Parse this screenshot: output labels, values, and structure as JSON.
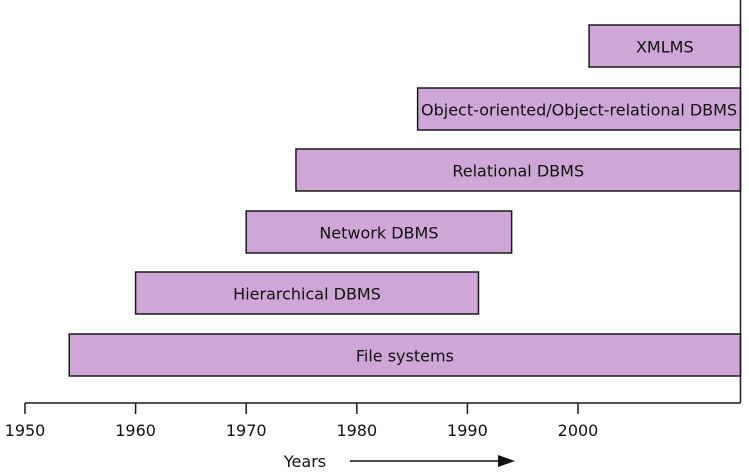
{
  "chart_data": {
    "type": "timeline",
    "xlabel": "Years",
    "x_ticks": [
      1950,
      1960,
      1970,
      1980,
      1990,
      2000
    ],
    "x_range": [
      1950,
      2015
    ],
    "bars": [
      {
        "label": "XMLMS",
        "start": 2001,
        "end": 2015
      },
      {
        "label": "Object-oriented/Object-relational DBMS",
        "start": 1985.5,
        "end": 2015
      },
      {
        "label": "Relational DBMS",
        "start": 1974.5,
        "end": 2015
      },
      {
        "label": "Network DBMS",
        "start": 1970,
        "end": 1994
      },
      {
        "label": "Hierarchical DBMS",
        "start": 1960,
        "end": 1991
      },
      {
        "label": "File systems",
        "start": 1954,
        "end": 2015
      }
    ]
  },
  "colors": {
    "bar_fill": "#cfa7d6",
    "bar_stroke": "#1a1a1a"
  }
}
